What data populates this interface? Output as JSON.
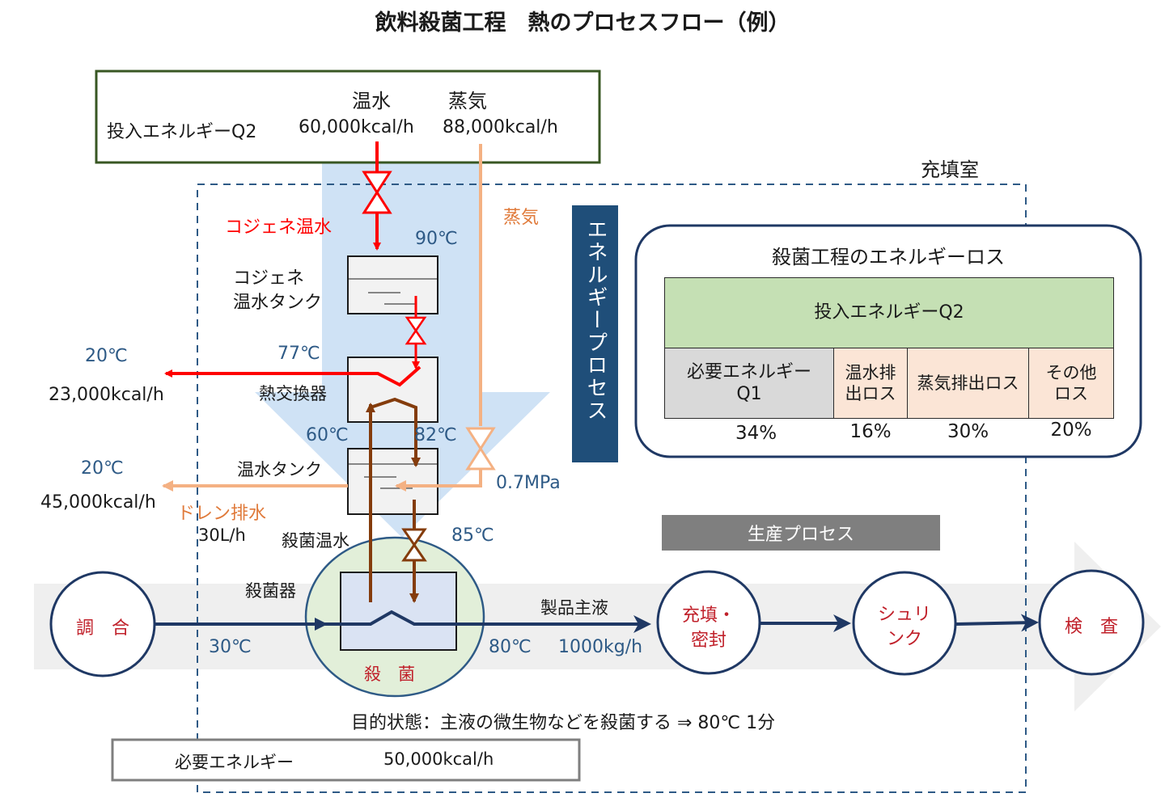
{
  "title": "飲料殺菌工程　熱のプロセスフロー（例）",
  "input_box": {
    "hot_water_label": "温水",
    "steam_label": "蒸気",
    "row_label": "投入エネルギーQ2",
    "hot_water_value": "60,000kcal/h",
    "steam_value": "88,000kcal/h"
  },
  "filling_room_label": "充填室",
  "cogen_hot_water_label": "コジェネ温水",
  "steam_line_label": "蒸気",
  "energy_process_label": "エネルギープロセス",
  "production_process_label": "生産プロセス",
  "equipment": {
    "cogen_tank_line1": "コジェネ",
    "cogen_tank_line2": "温水タンク",
    "heat_exchanger": "熱交換器",
    "hot_water_tank": "温水タンク",
    "sterilizing_hot_water": "殺菌温水",
    "sterilizer": "殺菌器",
    "sterilization": "殺　菌"
  },
  "temperatures": {
    "cogen_in": "90℃",
    "hx_out": "77℃",
    "left_top": "20℃",
    "left_bottom": "20℃",
    "tank_in": "60℃",
    "hx_to_tank": "82℃",
    "sterilizing_in": "85℃",
    "product_in": "30℃",
    "product_out": "80℃"
  },
  "outputs": {
    "hx_loss": "23,000kcal/h",
    "drain_loss": "45,000kcal/h",
    "drain_label": "ドレン排水",
    "drain_flow": "30L/h",
    "steam_pressure": "0.7MPa",
    "product_flow": "1000kg/h",
    "product_label": "製品主液"
  },
  "process_nodes": {
    "blend": "調　合",
    "fill_line1": "充填・",
    "fill_line2": "密封",
    "shrink_line1": "シュリ",
    "shrink_line2": "ンク",
    "inspect": "検　査"
  },
  "purpose_text": "目的状態：主液の微生物などを殺菌する ⇒ 80℃ 1分",
  "required_energy": {
    "label": "必要エネルギー",
    "value": "50,000kcal/h"
  },
  "loss_panel": {
    "title": "殺菌工程のエネルギーロス",
    "header": "投入エネルギーQ2",
    "required_line1": "必要エネルギー",
    "required_line2": "Q1",
    "hot_water_loss_line1": "温水排",
    "hot_water_loss_line2": "出ロス",
    "steam_loss": "蒸気排出ロス",
    "other_line1": "その他",
    "other_line2": "ロス",
    "pct_required": "34%",
    "pct_hot_water": "16%",
    "pct_steam": "30%",
    "pct_other": "20%"
  },
  "colors": {
    "hot_water": "#ff0000",
    "steam": "#f4b183",
    "sterilizing_water": "#843c0c",
    "product_line": "#1f3864",
    "energy_arrow": "#cfe2f5",
    "energy_band": "#1f4e79",
    "production_band": "#7f7f7f",
    "loss_header": "#c5e0b4",
    "loss_required": "#d9d9d9",
    "loss_other": "#fbe5d6"
  }
}
